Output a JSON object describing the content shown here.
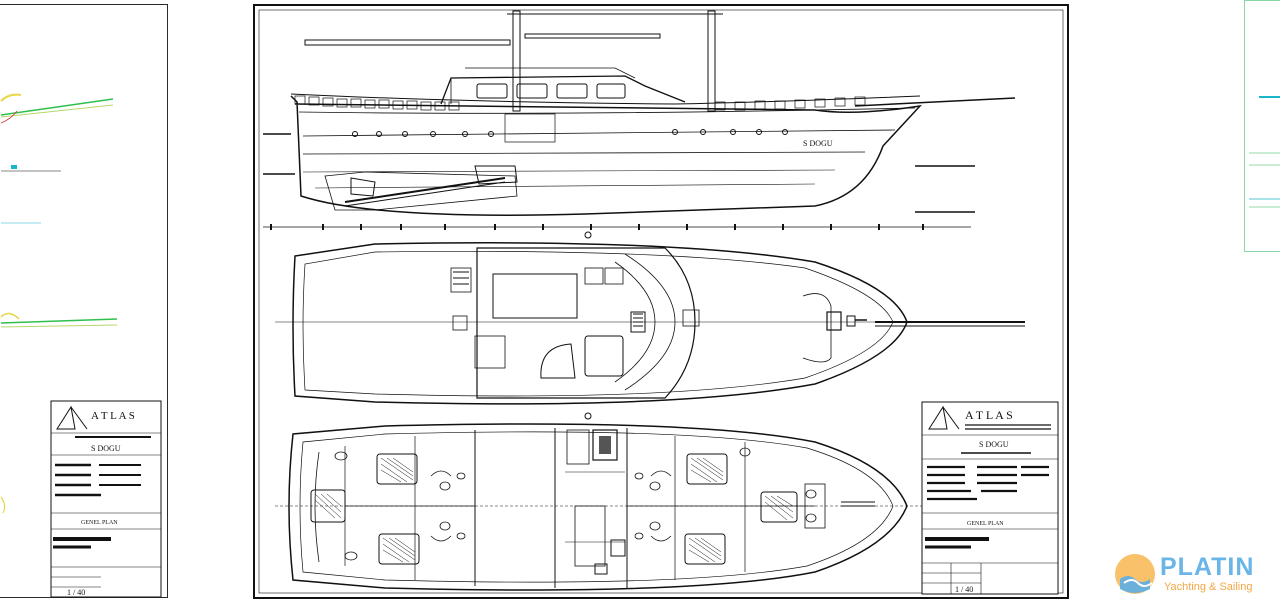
{
  "drawing": {
    "vessel_name": "S DOGU",
    "hull_label": "S DOGU",
    "title_block": {
      "company": "A T L A S",
      "drawing_title": "GENEL PLAN",
      "scale": "1 / 40"
    }
  },
  "watermark": {
    "brand": "PLATIN",
    "tagline": "Yachting & Sailing",
    "colors": {
      "brand": "#5aaee6",
      "tagline": "#f2a33a"
    }
  },
  "colors": {
    "line": "#111111",
    "green_line": "#2fbf4f",
    "cyan_mark": "#19b5c9",
    "yellow_mark": "#e6d84a"
  }
}
